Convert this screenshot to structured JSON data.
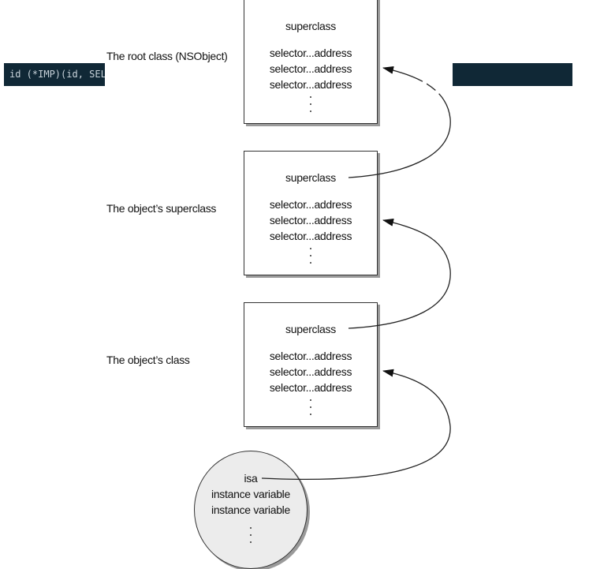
{
  "code_snippet": {
    "left_text": "id (*IMP)(id, SEL",
    "right_text": ""
  },
  "labels": {
    "root_class": "The root class (NSObject)",
    "superclass": "The object’s superclass",
    "object_class": "The object’s class"
  },
  "boxes": [
    {
      "superclass": "superclass",
      "rows": [
        "selector...address",
        "selector...address",
        "selector...address"
      ]
    },
    {
      "superclass": "superclass",
      "rows": [
        "selector...address",
        "selector...address",
        "selector...address"
      ]
    },
    {
      "superclass": "superclass",
      "rows": [
        "selector...address",
        "selector...address",
        "selector...address"
      ]
    }
  ],
  "instance": {
    "isa": "isa",
    "variables": [
      "instance variable",
      "instance variable"
    ]
  },
  "colors": {
    "code_background": "#102836",
    "instance_fill": "#ececec",
    "stroke": "#333333"
  }
}
